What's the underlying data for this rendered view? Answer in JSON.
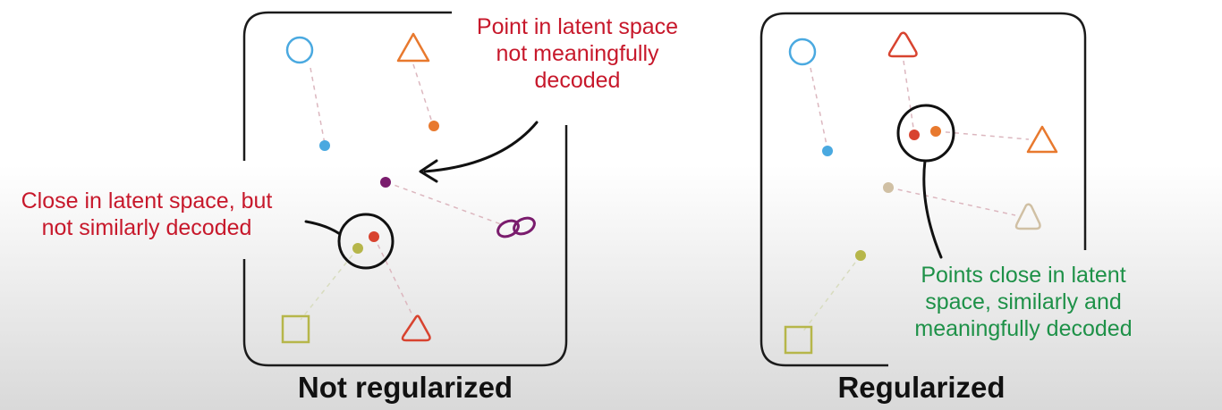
{
  "annotations": {
    "not_decoded": [
      "Point in latent space",
      "not meaningfully",
      "decoded"
    ],
    "close_not_similar": [
      "Close in latent space, but",
      "not similarly decoded"
    ],
    "close_similar": [
      "Points close in latent",
      "space, similarly and",
      "meaningfully decoded"
    ]
  },
  "panels": {
    "left_title": "Not regularized",
    "right_title": "Regularized"
  },
  "colors": {
    "blue": "#4aa9e0",
    "orange": "#e8792e",
    "red": "#d8432f",
    "purple": "#7a1c6d",
    "olive": "#b6b64a",
    "tan": "#d0c0a4",
    "annotation_red": "#c7182b",
    "annotation_green": "#1e9148"
  }
}
